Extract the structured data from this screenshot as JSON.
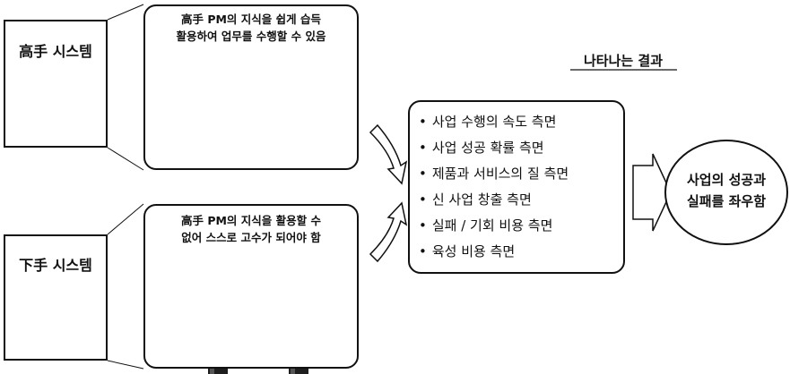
{
  "top_system": {
    "title": "高手 시스템",
    "caption_line1": "高手 PM의 지식을 쉽게 습득",
    "caption_line2": "활용하여 업무를 수행할 수 있음"
  },
  "bottom_system": {
    "title": "下手 시스템",
    "caption_line1": "高手 PM의 지식을 활용할 수",
    "caption_line2": "없어 스스로 고수가 되어야 함"
  },
  "results": {
    "heading": "나타나는 결과",
    "items": [
      "사업 수행의 속도 측면",
      "사업 성공 확률 측면",
      "제품과 서비스의 질 측면",
      "신 사업 창출 측면",
      "실패 / 기회 비용 측면",
      "육성 비용 측면"
    ]
  },
  "outcome": {
    "line1": "사업의 성공과",
    "line2": "실패를 좌우함"
  }
}
